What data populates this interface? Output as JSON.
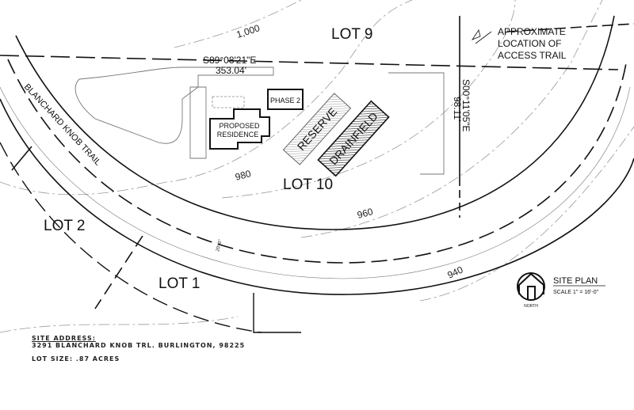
{
  "lots": {
    "lot9": "LOT 9",
    "lot10": "LOT 10",
    "lot2": "LOT 2",
    "lot1": "LOT 1"
  },
  "contours": {
    "c1000": "1,000",
    "c980": "980",
    "c960": "960",
    "c940": "940"
  },
  "road": {
    "name": "BLANCHARD KNOB TRAIL",
    "width": "20'-0\""
  },
  "bearings": {
    "north_bearing": "S89°08'21\"E",
    "north_distance": "353.04'",
    "east_bearing": "S00°11'05\"E",
    "east_distance": "98.11'"
  },
  "features": {
    "phase2": "PHASE 2",
    "residence_line1": "PROPOSED",
    "residence_line2": "RESIDENCE",
    "reserve": "RESERVE",
    "drainfield": "DRAINFIELD"
  },
  "access_trail": {
    "line1": "APPROXIMATE",
    "line2": "LOCATION OF",
    "line3": "ACCESS TRAIL"
  },
  "title_block": {
    "title": "SITE PLAN",
    "scale": "SCALE 1\" = 16'-0\"",
    "north": "NORTH"
  },
  "site_info": {
    "address_label": "SITE ADDRESS:",
    "address": "3291 BLANCHARD KNOB TRL. BURLINGTON, 98225",
    "lot_size": "LOT SIZE: .87 ACRES"
  }
}
